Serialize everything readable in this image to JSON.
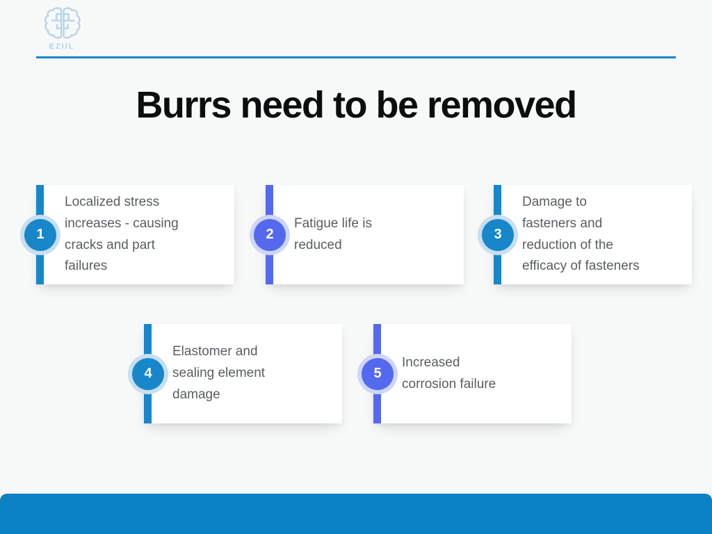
{
  "slide": {
    "background": "#f7f8f8"
  },
  "header": {
    "logo_text": "EZIIL",
    "rule_color": "#1a87c9",
    "logo_color": "#b3d2ea"
  },
  "title": "Burrs need to be removed",
  "cards": [
    {
      "number": "1",
      "text": "Localized stress\nincreases - causing\ncracks and part\nfailures",
      "accent_color": "#1787c9",
      "halo_color": "#c8dff0"
    },
    {
      "number": "2",
      "text": "Fatigue life is\nreduced",
      "accent_color": "#5569ee",
      "halo_color": "#ced6f9"
    },
    {
      "number": "3",
      "text": "Damage to\nfasteners and\nreduction of the\nefficacy of fasteners",
      "accent_color": "#1787c9",
      "halo_color": "#c8dff0"
    },
    {
      "number": "4",
      "text": "Elastomer and\nsealing element\ndamage",
      "accent_color": "#1787c9",
      "halo_color": "#c8dff0"
    },
    {
      "number": "5",
      "text": "Increased\ncorrosion failure",
      "accent_color": "#5569ee",
      "halo_color": "#ced6f9"
    }
  ],
  "footer": {
    "bar_color": "#0c81c4"
  }
}
